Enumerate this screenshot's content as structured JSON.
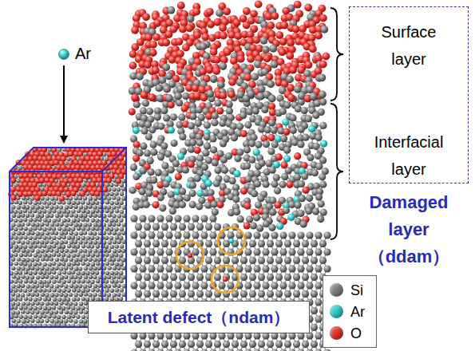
{
  "diagram": {
    "nodes": [
      {
        "text": [
          "Surface layer",
          "Interfacial layer",
          "Damaged layer （ddam）"
        ]
      },
      {
        "text": [
          "Latent defect（ndam）"
        ]
      }
    ],
    "labels": [
      "Ar"
    ],
    "legend": [
      {
        "text": "Si",
        "color": "#7f7f7f"
      },
      {
        "text": "Ar",
        "color": "#33cccc"
      },
      {
        "text": "O",
        "color": "#e8322e"
      }
    ]
  }
}
